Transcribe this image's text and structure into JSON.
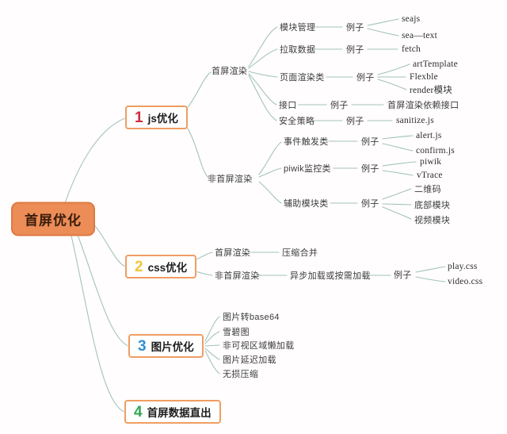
{
  "colors": {
    "root_bg": "#ec8c57",
    "root_border": "#dd7a43",
    "root_text": "#3a1d0b",
    "box_border": "#ef9d62",
    "line": "#a3c4b8",
    "text": "#3c3c3c"
  },
  "mindmap": {
    "root": "首屏优化",
    "example_label": "例子",
    "branches": [
      {
        "number": "1",
        "label": "js优化",
        "number_color": "#ce2b3c",
        "groups": [
          {
            "label": "首屏渲染",
            "items": [
              {
                "label": "模块管理",
                "examples": [
                  "seajs",
                  "sea—text"
                ]
              },
              {
                "label": "拉取数据",
                "examples": [
                  "fetch"
                ]
              },
              {
                "label": "页面渲染类",
                "examples": [
                  "artTemplate",
                  "Flexble",
                  "render模块"
                ]
              },
              {
                "label": "接口",
                "examples": [
                  "首屏渲染依赖接口"
                ]
              },
              {
                "label": "安全策略",
                "examples": [
                  "sanitize.js"
                ]
              }
            ]
          },
          {
            "label": "非首屏渲染",
            "items": [
              {
                "label": "事件触发类",
                "examples": [
                  "alert.js",
                  "confirm.js"
                ]
              },
              {
                "label": "piwik监控类",
                "examples": [
                  "piwik",
                  "vTrace"
                ]
              },
              {
                "label": "辅助模块类",
                "examples": [
                  "二维码",
                  "底部模块",
                  "视频模块"
                ]
              }
            ]
          }
        ]
      },
      {
        "number": "2",
        "label": "css优化",
        "number_color": "#eec73e",
        "groups": [
          {
            "label": "首屏渲染",
            "items": [
              {
                "label": "压缩合并",
                "examples": []
              }
            ]
          },
          {
            "label": "非首屏渲染",
            "items": [
              {
                "label": "异步加载或按需加载",
                "examples": [
                  "play.css",
                  "video.css"
                ]
              }
            ]
          }
        ]
      },
      {
        "number": "3",
        "label": "图片优化",
        "number_color": "#2e8fd4",
        "leaves": [
          "图片转base64",
          "雪碧图",
          "非可视区域懒加载",
          "图片延迟加载",
          "无损压缩"
        ]
      },
      {
        "number": "4",
        "label": "首屏数据直出",
        "number_color": "#2fa84f"
      }
    ]
  }
}
